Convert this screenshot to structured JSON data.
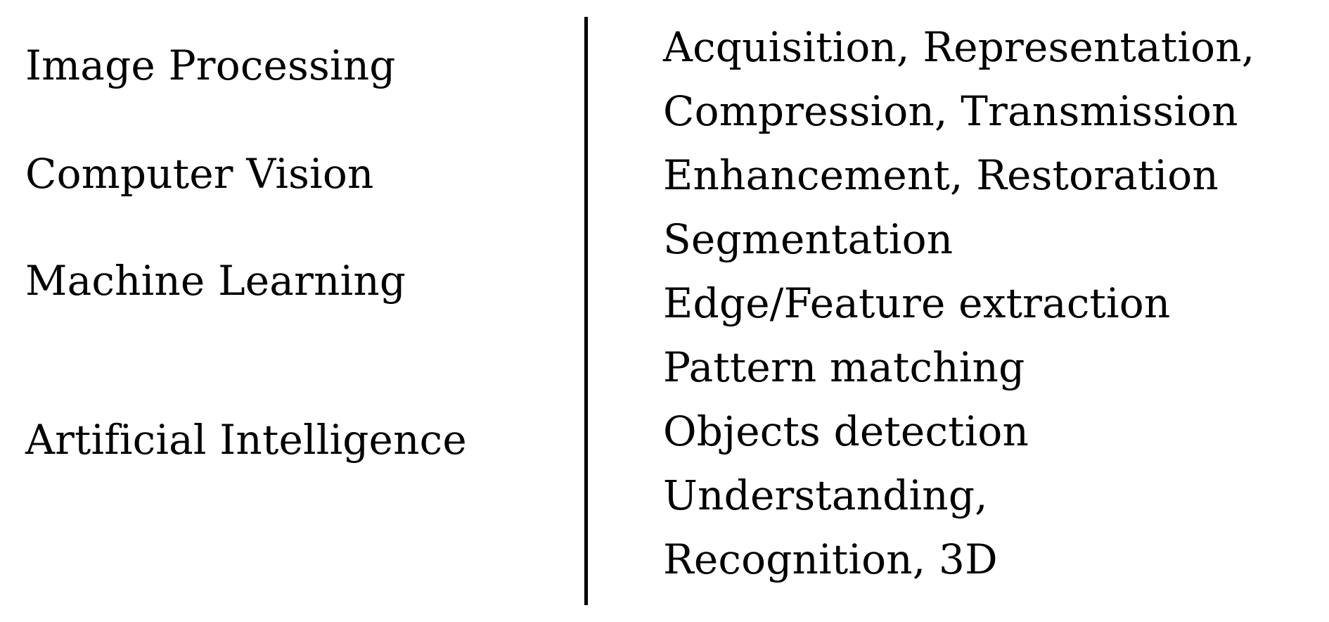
{
  "figure": {
    "background_color": "#ffffff",
    "text_color": "#000000",
    "divider": {
      "name": "vertical-rule",
      "color": "#000000",
      "orientation": "vertical"
    }
  },
  "left_column": {
    "name": "disciplines",
    "items": [
      {
        "label": "Image Processing"
      },
      {
        "label": "Computer Vision"
      },
      {
        "label": "Machine Learning"
      },
      {
        "label": "Artificial Intelligence"
      }
    ]
  },
  "right_column": {
    "name": "topics",
    "lines": [
      {
        "text": "Acquisition, Representation,"
      },
      {
        "text": "Compression, Transmission"
      },
      {
        "text": "Enhancement, Restoration"
      },
      {
        "text": "Segmentation"
      },
      {
        "text": "Edge/Feature extraction"
      },
      {
        "text": "Pattern matching"
      },
      {
        "text": "Objects detection"
      },
      {
        "text": "Understanding,"
      },
      {
        "text": "Recognition, 3D"
      }
    ]
  }
}
